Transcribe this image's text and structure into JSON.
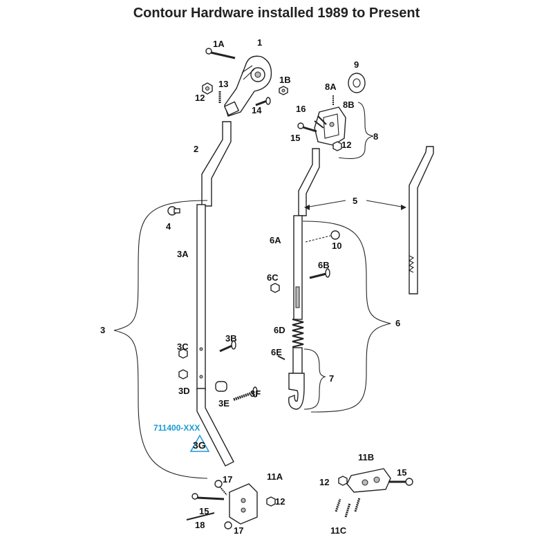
{
  "title": "Contour Hardware installed 1989 to Present",
  "labels": {
    "p1": "1",
    "p1A": "1A",
    "p1B": "1B",
    "p2": "2",
    "p3": "3",
    "p3A": "3A",
    "p3B": "3B",
    "p3C": "3C",
    "p3D": "3D",
    "p3E": "3E",
    "p3F": "3F",
    "p3G": "3G",
    "p4": "4",
    "p5": "5",
    "p6": "6",
    "p6A": "6A",
    "p6B": "6B",
    "p6C": "6C",
    "p6D": "6D",
    "p6E": "6E",
    "p7": "7",
    "p8": "8",
    "p8A": "8A",
    "p8B": "8B",
    "p9": "9",
    "p10": "10",
    "p11A": "11A",
    "p11B": "11B",
    "p11C": "11C",
    "p12a": "12",
    "p12b": "12",
    "p12c": "12",
    "p12d": "12",
    "p13": "13",
    "p14": "14",
    "p15a": "15",
    "p15b": "15",
    "p15c": "15",
    "p16": "16",
    "p17a": "17",
    "p17b": "17",
    "p18": "18"
  },
  "part_link": "711400-XXX",
  "colors": {
    "link": "#1a9ad6",
    "line": "#222222"
  }
}
